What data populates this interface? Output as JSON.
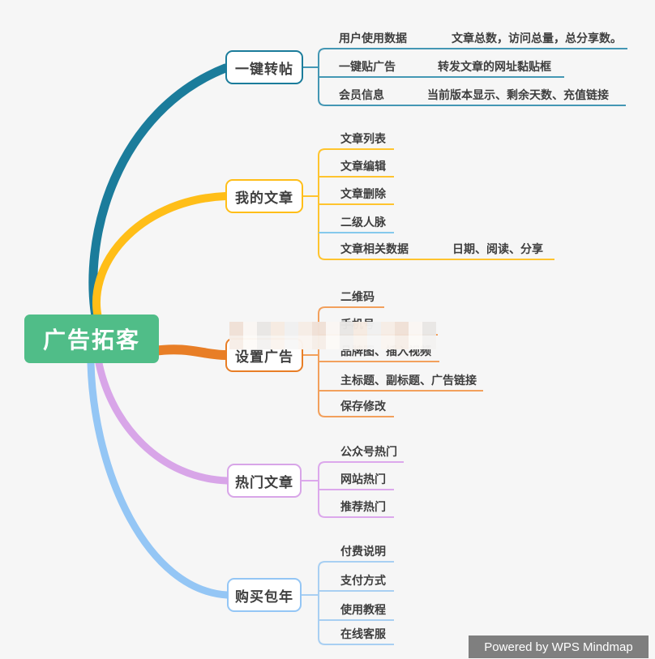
{
  "canvas_bg": "#f6f6f6",
  "root": {
    "label": "广告拓客",
    "bg": "#50bd88",
    "text_color": "#ffffff"
  },
  "branches": [
    {
      "label": "一键转帖",
      "color": "#1b7c9b",
      "line_color": "#4497b4",
      "children": [
        {
          "label": "用户使用数据",
          "note": "文章总数，访问总量，总分享数。"
        },
        {
          "label": "一键贴广告",
          "note": "转发文章的网址黏贴框"
        },
        {
          "label": "会员信息",
          "note": "当前版本显示、剩余天数、充值链接"
        }
      ]
    },
    {
      "label": "我的文章",
      "color": "#ffbe18",
      "line_color": "#ffc42e",
      "children": [
        {
          "label": "文章列表"
        },
        {
          "label": "文章编辑"
        },
        {
          "label": "文章删除"
        },
        {
          "label": "二级人脉",
          "line_color": "#85c9ec"
        },
        {
          "label": "文章相关数据",
          "note": "日期、阅读、分享"
        }
      ]
    },
    {
      "label": "设置广告",
      "color": "#e87e26",
      "line_color": "#f2a05c",
      "children": [
        {
          "label": "二维码"
        },
        {
          "label": "手机号"
        },
        {
          "label": "品牌图、插入视频"
        },
        {
          "label": "主标题、副标题、广告链接"
        },
        {
          "label": "保存修改"
        }
      ]
    },
    {
      "label": "热门文章",
      "color": "#d8a5e8",
      "line_color": "#dca8ec",
      "children": [
        {
          "label": "公众号热门"
        },
        {
          "label": "网站热门"
        },
        {
          "label": "推荐热门"
        }
      ]
    },
    {
      "label": "购买包年",
      "color": "#94c6f5",
      "line_color": "#a8cff2",
      "children": [
        {
          "label": "付费说明"
        },
        {
          "label": "支付方式"
        },
        {
          "label": "使用教程"
        },
        {
          "label": "在线客服"
        }
      ]
    }
  ],
  "watermark": {
    "label": "Powered by WPS Mindmap",
    "bg": "#7f7f7f",
    "text_color": "#ffffff"
  }
}
